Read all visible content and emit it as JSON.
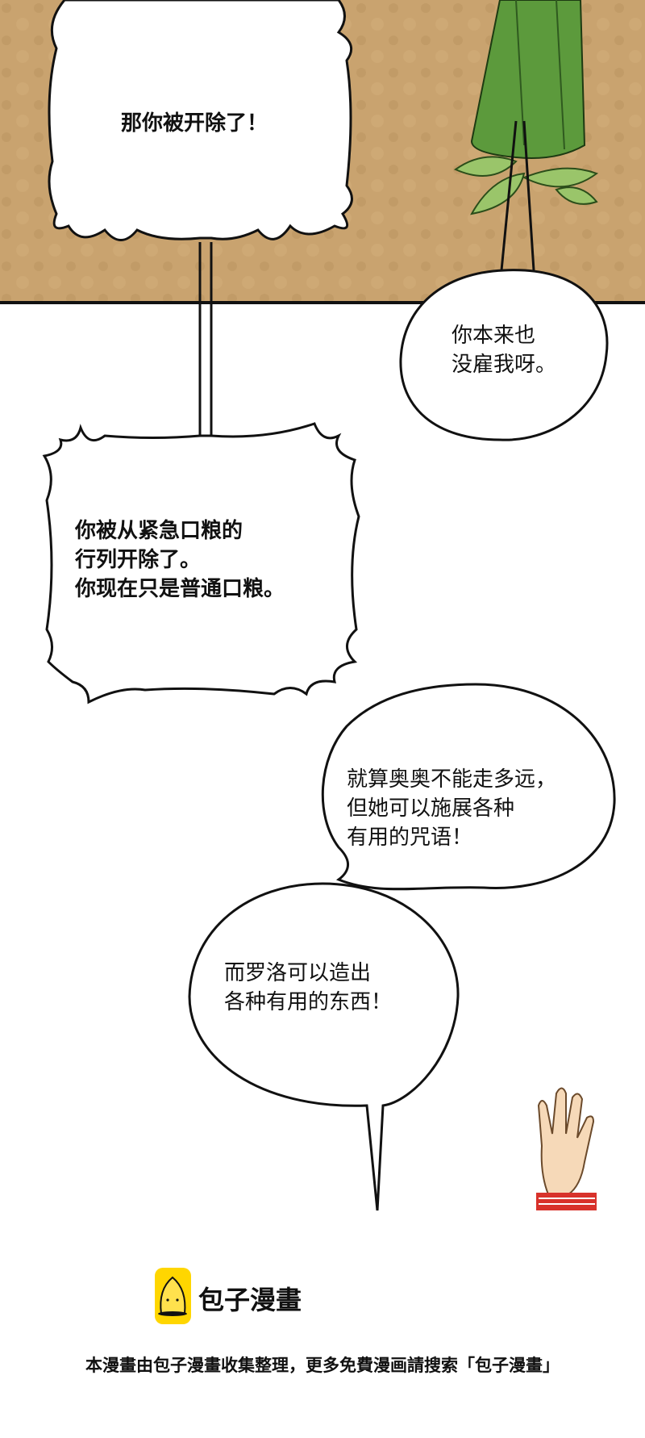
{
  "panel_top": {
    "background_color": "#c9a36f"
  },
  "bubbles": [
    {
      "text": "那你被开除了！"
    },
    {
      "text": "你本来也\n没雇我呀。"
    },
    {
      "text": "你被从紧急口粮的\n行列开除了。\n你现在只是普通口粮。"
    },
    {
      "text": "就算奥奥不能走多远，\n但她可以施展各种\n有用的咒语！"
    },
    {
      "text": "而罗洛可以造出\n各种有用的东西！"
    }
  ],
  "watermark": {
    "logo_text": "包子漫畫",
    "logo_color": "#ffd600",
    "footer_text": "本漫畫由包子漫畫收集整理，更多免費漫画請搜索「包子漫畫」"
  }
}
